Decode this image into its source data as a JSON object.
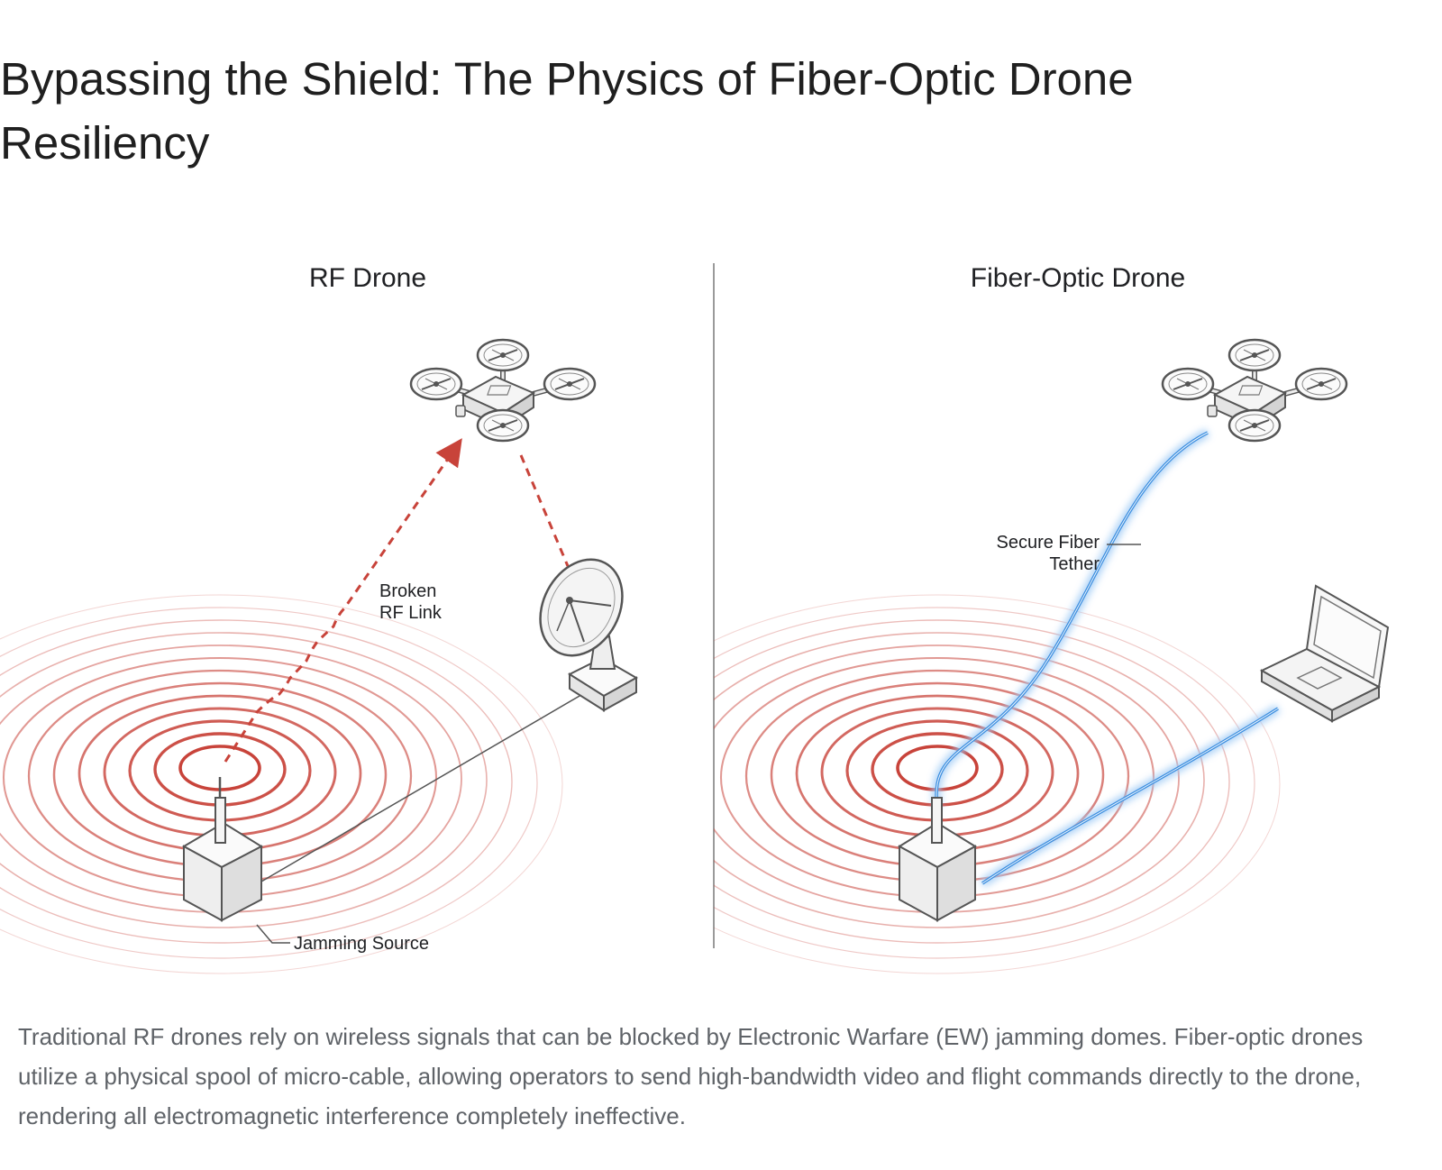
{
  "page": {
    "title": "Bypassing the Shield: The Physics of Fiber-Optic Drone Resiliency",
    "caption": "Traditional RF drones rely on wireless signals that can be blocked by Electronic Warfare (EW) jamming domes. Fiber-optic drones utilize a physical spool of micro-cable, allowing operators to send high-bandwidth video and flight commands directly to the drone, rendering all electromagnetic interference completely ineffective."
  },
  "diagram": {
    "left_panel": {
      "title": "RF Drone",
      "labels": {
        "broken_link_line1": "Broken",
        "broken_link_line2": "RF Link",
        "jamming_source": "Jamming Source"
      }
    },
    "right_panel": {
      "title": "Fiber-Optic Drone",
      "labels": {
        "tether_line1": "Secure Fiber",
        "tether_line2": "Tether"
      }
    },
    "colors": {
      "jamming_red": "#c8433a",
      "fiber_blue": "#3d8fe0",
      "fiber_glow": "#9cc9f5",
      "line_gray": "#555555",
      "device_fill": "#f2f2f2"
    }
  }
}
